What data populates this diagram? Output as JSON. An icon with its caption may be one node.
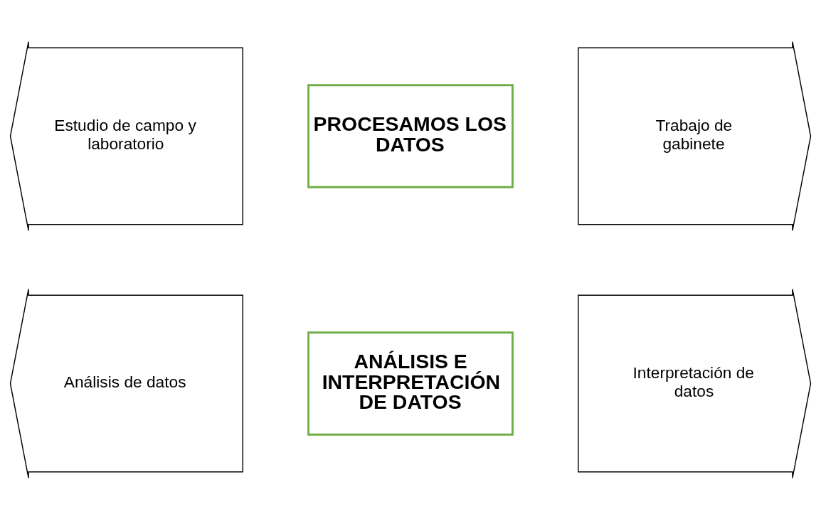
{
  "diagram": {
    "nodes": [
      {
        "text": [
          "Estudio de campo y laboratorio"
        ]
      },
      {
        "text": [
          "PROCESAMOS LOS DATOS"
        ]
      },
      {
        "text": [
          "Trabajo de gabinete"
        ]
      },
      {
        "text": [
          "Análisis de datos"
        ]
      },
      {
        "text": [
          "ANÁLISIS E INTERPRETACIÓN DE DATOS"
        ]
      },
      {
        "text": [
          "Interpretación de datos"
        ]
      }
    ],
    "edges": []
  }
}
